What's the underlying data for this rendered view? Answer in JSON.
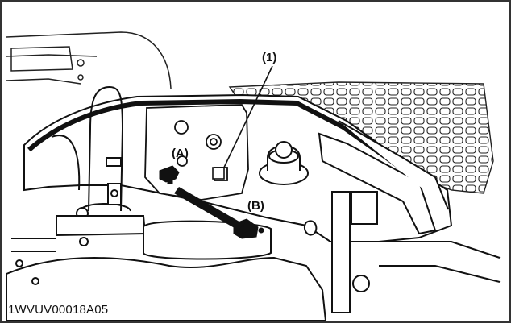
{
  "labels": {
    "part_1": "(1)",
    "part_a": "(A)",
    "part_b": "(B)"
  },
  "figure_code": "1WVUV00018A05",
  "colors": {
    "ink": "#111111",
    "background": "#ffffff",
    "frame": "#333333"
  }
}
